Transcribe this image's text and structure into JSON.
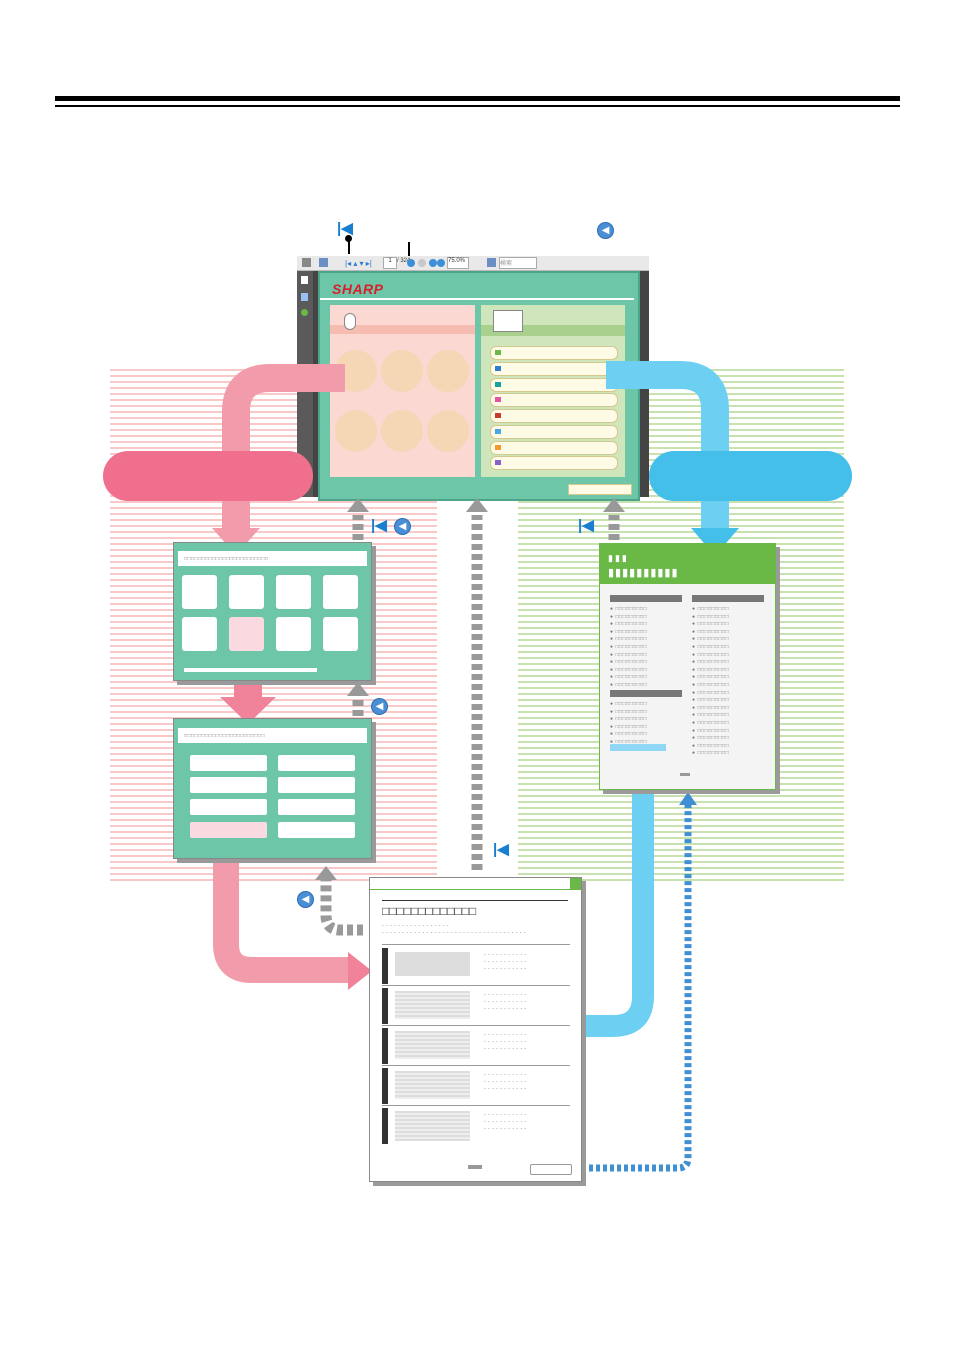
{
  "viewer": {
    "brand": "SHARP",
    "page_number": "1",
    "page_total": "/ 324",
    "zoom": "75.0%",
    "search_placeholder": "検索"
  },
  "colors": {
    "pink_flow": "#ef6f8d",
    "blue_flow": "#44bfea",
    "gray_return": "#9a9a9a",
    "green_panel": "#6ec6a8",
    "index_green": "#6ab846"
  },
  "icons": [
    "first-page-icon",
    "back-icon",
    "mouse-icon",
    "book-icon"
  ]
}
